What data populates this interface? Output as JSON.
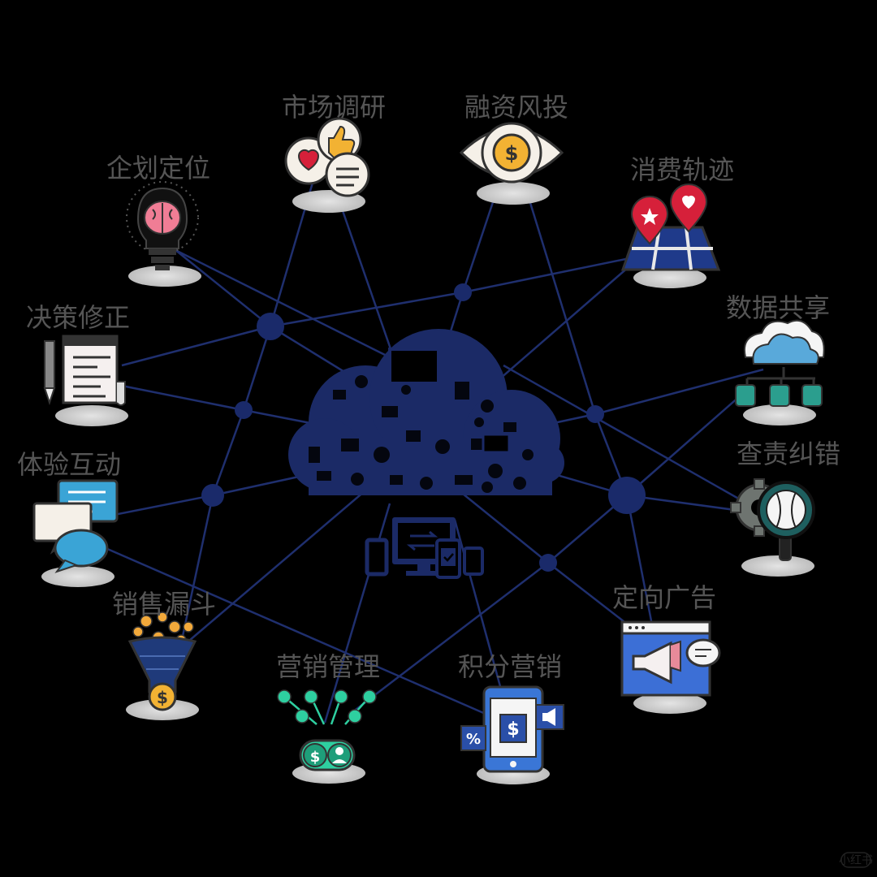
{
  "labels": {
    "market_research": "市场调研",
    "financing": "融资风投",
    "planning": "企划定位",
    "consumer_track": "消费轨迹",
    "decision": "决策修正",
    "data_share": "数据共享",
    "experience": "体验互动",
    "audit": "查责纠错",
    "sales_funnel": "销售漏斗",
    "targeted_ad": "定向广告",
    "marketing_mgmt": "营销管理",
    "points_marketing": "积分营销"
  },
  "watermark": "小红书",
  "icons": {
    "market_research": "feedback-bubbles-icon",
    "financing": "eye-dollar-icon",
    "planning": "brain-bulb-icon",
    "consumer_track": "map-pins-icon",
    "decision": "document-pen-icon",
    "data_share": "cloud-network-icon",
    "experience": "chat-bubbles-icon",
    "audit": "gear-magnifier-icon",
    "sales_funnel": "funnel-coin-icon",
    "targeted_ad": "megaphone-browser-icon",
    "marketing_mgmt": "money-network-icon",
    "points_marketing": "phone-dollar-icon",
    "center": "cloud-devices-icon"
  },
  "colors": {
    "background": "#000000",
    "network_line": "#1f2f6e",
    "node": "#1a2a6a",
    "label": "#555555"
  }
}
